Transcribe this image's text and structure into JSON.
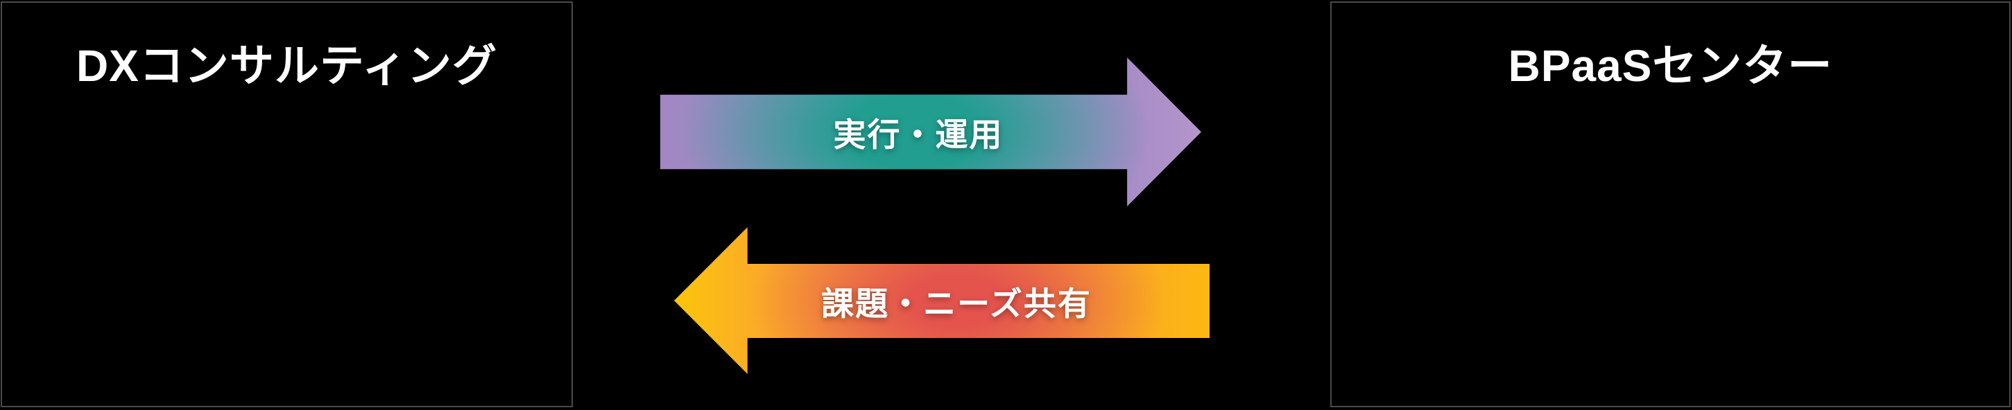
{
  "boxes": {
    "left": {
      "title": "DXコンサルティング"
    },
    "right": {
      "title": "BPaaSセンター"
    }
  },
  "arrows": {
    "execution": {
      "label": "実行・運用",
      "direction": "right"
    },
    "feedback": {
      "label": "課題・ニーズ共有",
      "direction": "left"
    }
  },
  "colors": {
    "background": "#000000",
    "box_border": "#4a4a4a",
    "title_text": "#ffffff",
    "arrow_label_text": "#ffffff",
    "arrow1_purple_start": "#a287c2",
    "arrow1_teal_center": "#219e90",
    "arrow1_purple_end": "#a78cc6",
    "arrow2_gold_tip": "#fdc50a",
    "arrow2_orange": "#f89d38",
    "arrow2_red_center": "#e4544d",
    "arrow2_gold_end": "#fcb811"
  }
}
